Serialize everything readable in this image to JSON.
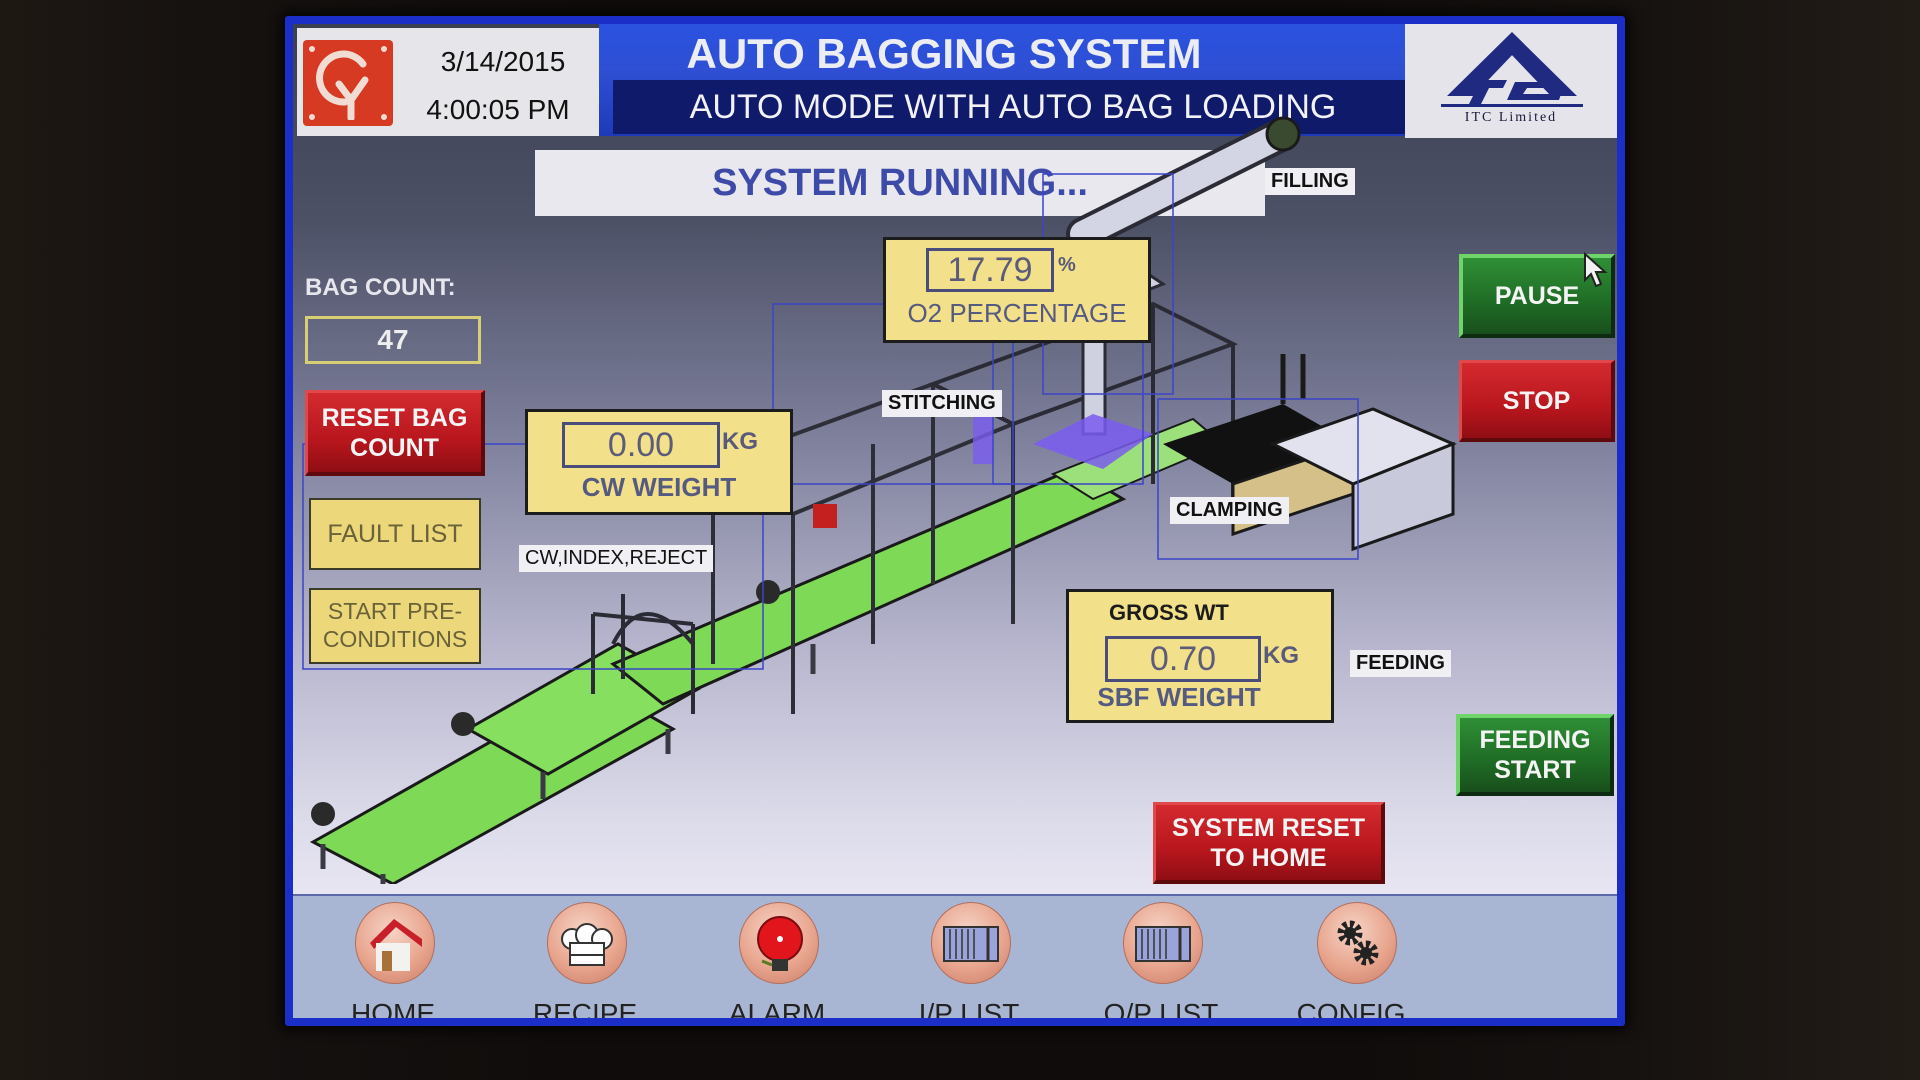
{
  "header": {
    "date": "3/14/2015",
    "time": "4:00:05 PM",
    "title": "AUTO BAGGING SYSTEM",
    "subtitle": "AUTO MODE WITH AUTO BAG LOADING",
    "brand_logo_text": "ITC Limited",
    "left_logo_icon": "cy-logo-icon",
    "right_logo_icon": "itc-logo-icon"
  },
  "status": {
    "text": "SYSTEM RUNNING..."
  },
  "bag_count": {
    "label": "BAG COUNT:",
    "value": "47",
    "reset_label": "RESET BAG COUNT"
  },
  "left_buttons": {
    "fault_list": "FAULT LIST",
    "start_preconditions": "START PRE-CONDITIONS"
  },
  "readouts": {
    "o2": {
      "value": "17.79",
      "unit": "%",
      "label": "O2 PERCENTAGE"
    },
    "cw": {
      "value": "0.00",
      "unit": "KG",
      "label": "CW WEIGHT"
    },
    "sbf": {
      "title": "GROSS WT",
      "value": "0.70",
      "unit": "KG",
      "label": "SBF WEIGHT"
    }
  },
  "zones": {
    "filling": "FILLING",
    "stitching": "STITCHING",
    "clamping": "CLAMPING",
    "cw_index_reject": "CW,INDEX,REJECT",
    "feeding": "FEEDING"
  },
  "controls": {
    "pause": "PAUSE",
    "stop": "STOP",
    "feeding_start": "FEEDING START",
    "system_reset": "SYSTEM RESET TO HOME"
  },
  "nav": [
    {
      "label": "HOME",
      "icon": "home-icon"
    },
    {
      "label": "RECIPE",
      "icon": "chef-hat-icon"
    },
    {
      "label": "ALARM",
      "icon": "alarm-bell-icon"
    },
    {
      "label": "I/P LIST",
      "icon": "io-module-icon"
    },
    {
      "label": "O/P LIST",
      "icon": "io-module-icon"
    },
    {
      "label": "CONFIG.",
      "icon": "gears-icon"
    }
  ],
  "colors": {
    "bezel_blue": "#1b2fc8",
    "title_band": "#2a52e0",
    "subtitle_bar": "#101a6a",
    "status_text": "#3d4aa8",
    "readout_yellow": "#f3e08a",
    "button_red": "#c11d23",
    "button_green": "#23722a",
    "conveyor_green": "#7ed957"
  }
}
